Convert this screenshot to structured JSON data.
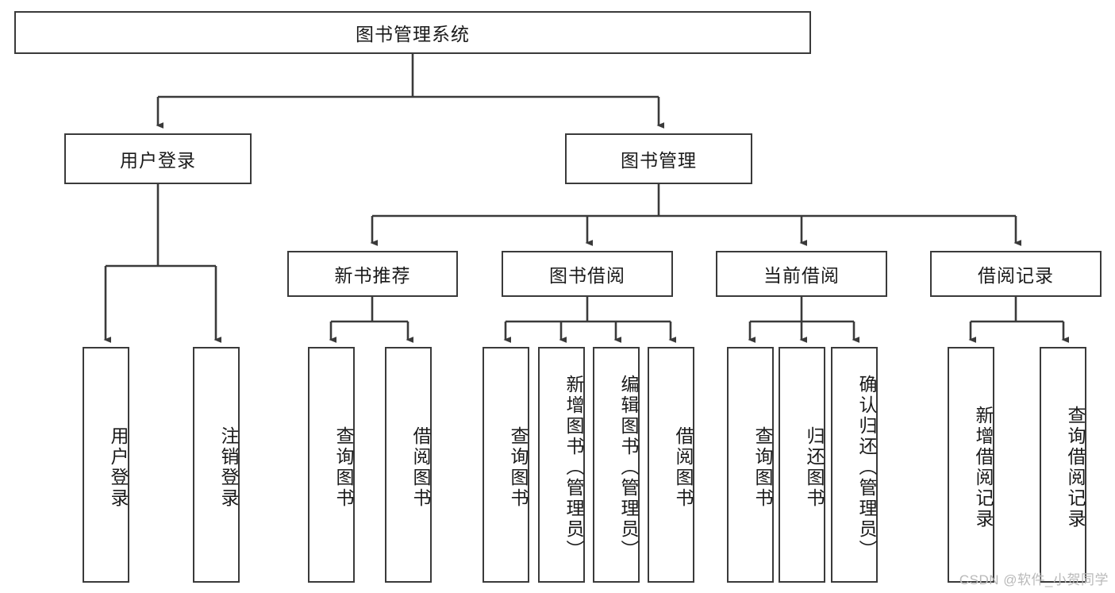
{
  "diagram": {
    "type": "tree",
    "title": "图书管理系统",
    "root": {
      "label": "图书管理系统"
    },
    "level2": [
      {
        "label": "用户登录"
      },
      {
        "label": "图书管理"
      }
    ],
    "level3": [
      {
        "label": "新书推荐"
      },
      {
        "label": "图书借阅"
      },
      {
        "label": "当前借阅"
      },
      {
        "label": "借阅记录"
      }
    ],
    "leaves": {
      "user_login": [
        {
          "label": "用户登录"
        },
        {
          "label": "注销登录"
        }
      ],
      "new_book_recommend": [
        {
          "label": "查询图书"
        },
        {
          "label": "借阅图书"
        }
      ],
      "book_borrow": [
        {
          "label": "查询图书"
        },
        {
          "label": "新增图书（管理员）"
        },
        {
          "label": "编辑图书（管理员）"
        },
        {
          "label": "借阅图书"
        }
      ],
      "current_borrow": [
        {
          "label": "查询图书"
        },
        {
          "label": "归还图书"
        },
        {
          "label": "确认归还（管理员）"
        }
      ],
      "borrow_record": [
        {
          "label": "新增借阅记录"
        },
        {
          "label": "查询借阅记录"
        }
      ]
    }
  },
  "watermark": {
    "text": "CSDN @软件_小贺同学"
  },
  "colors": {
    "line": "#3a3a3a",
    "box_fill": "#ffffff",
    "text": "#1a1a1a",
    "watermark": "#b9b9b9"
  }
}
